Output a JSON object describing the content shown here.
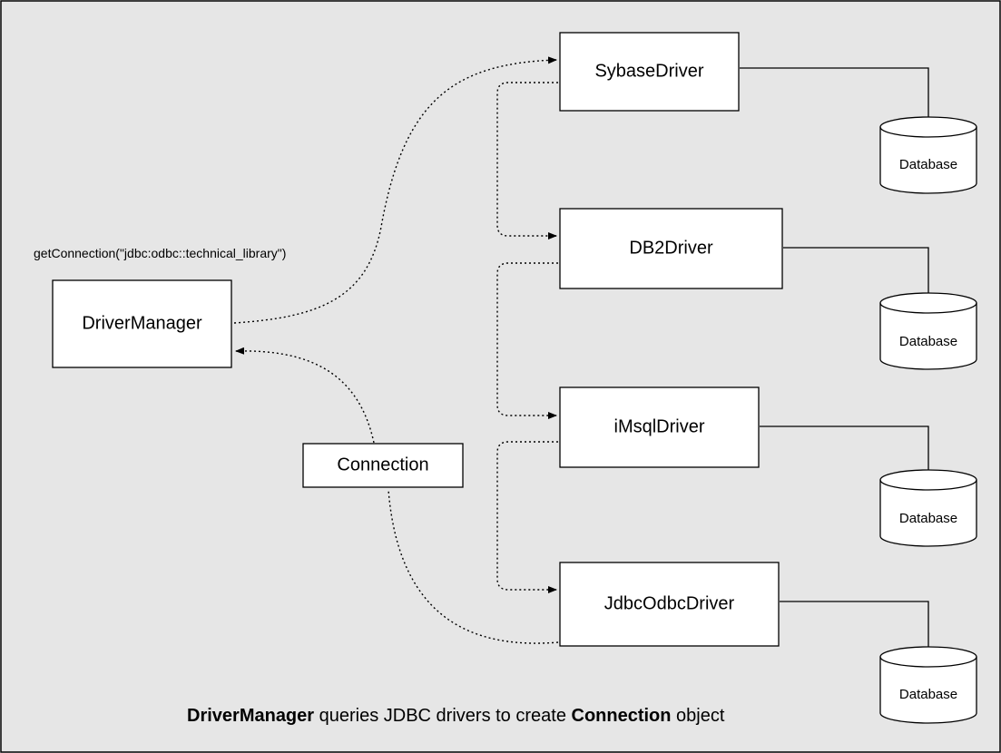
{
  "diagram": {
    "nodes": {
      "driver_manager": "DriverManager",
      "connection": "Connection",
      "sybase": "SybaseDriver",
      "db2": "DB2Driver",
      "imsql": "iMsqlDriver",
      "jdbcodbc": "JdbcOdbcDriver"
    },
    "databases": [
      "Database",
      "Database",
      "Database",
      "Database"
    ],
    "edge_label": "getConnection(\"jdbc:odbc::technical_library\")",
    "caption": {
      "part1_bold": "DriverManager",
      "part2": " queries JDBC drivers to create ",
      "part3_bold": "Connection",
      "part4": " object"
    },
    "colors": {
      "background": "#e6e6e6",
      "box_fill": "#ffffff",
      "line": "#000000"
    }
  }
}
